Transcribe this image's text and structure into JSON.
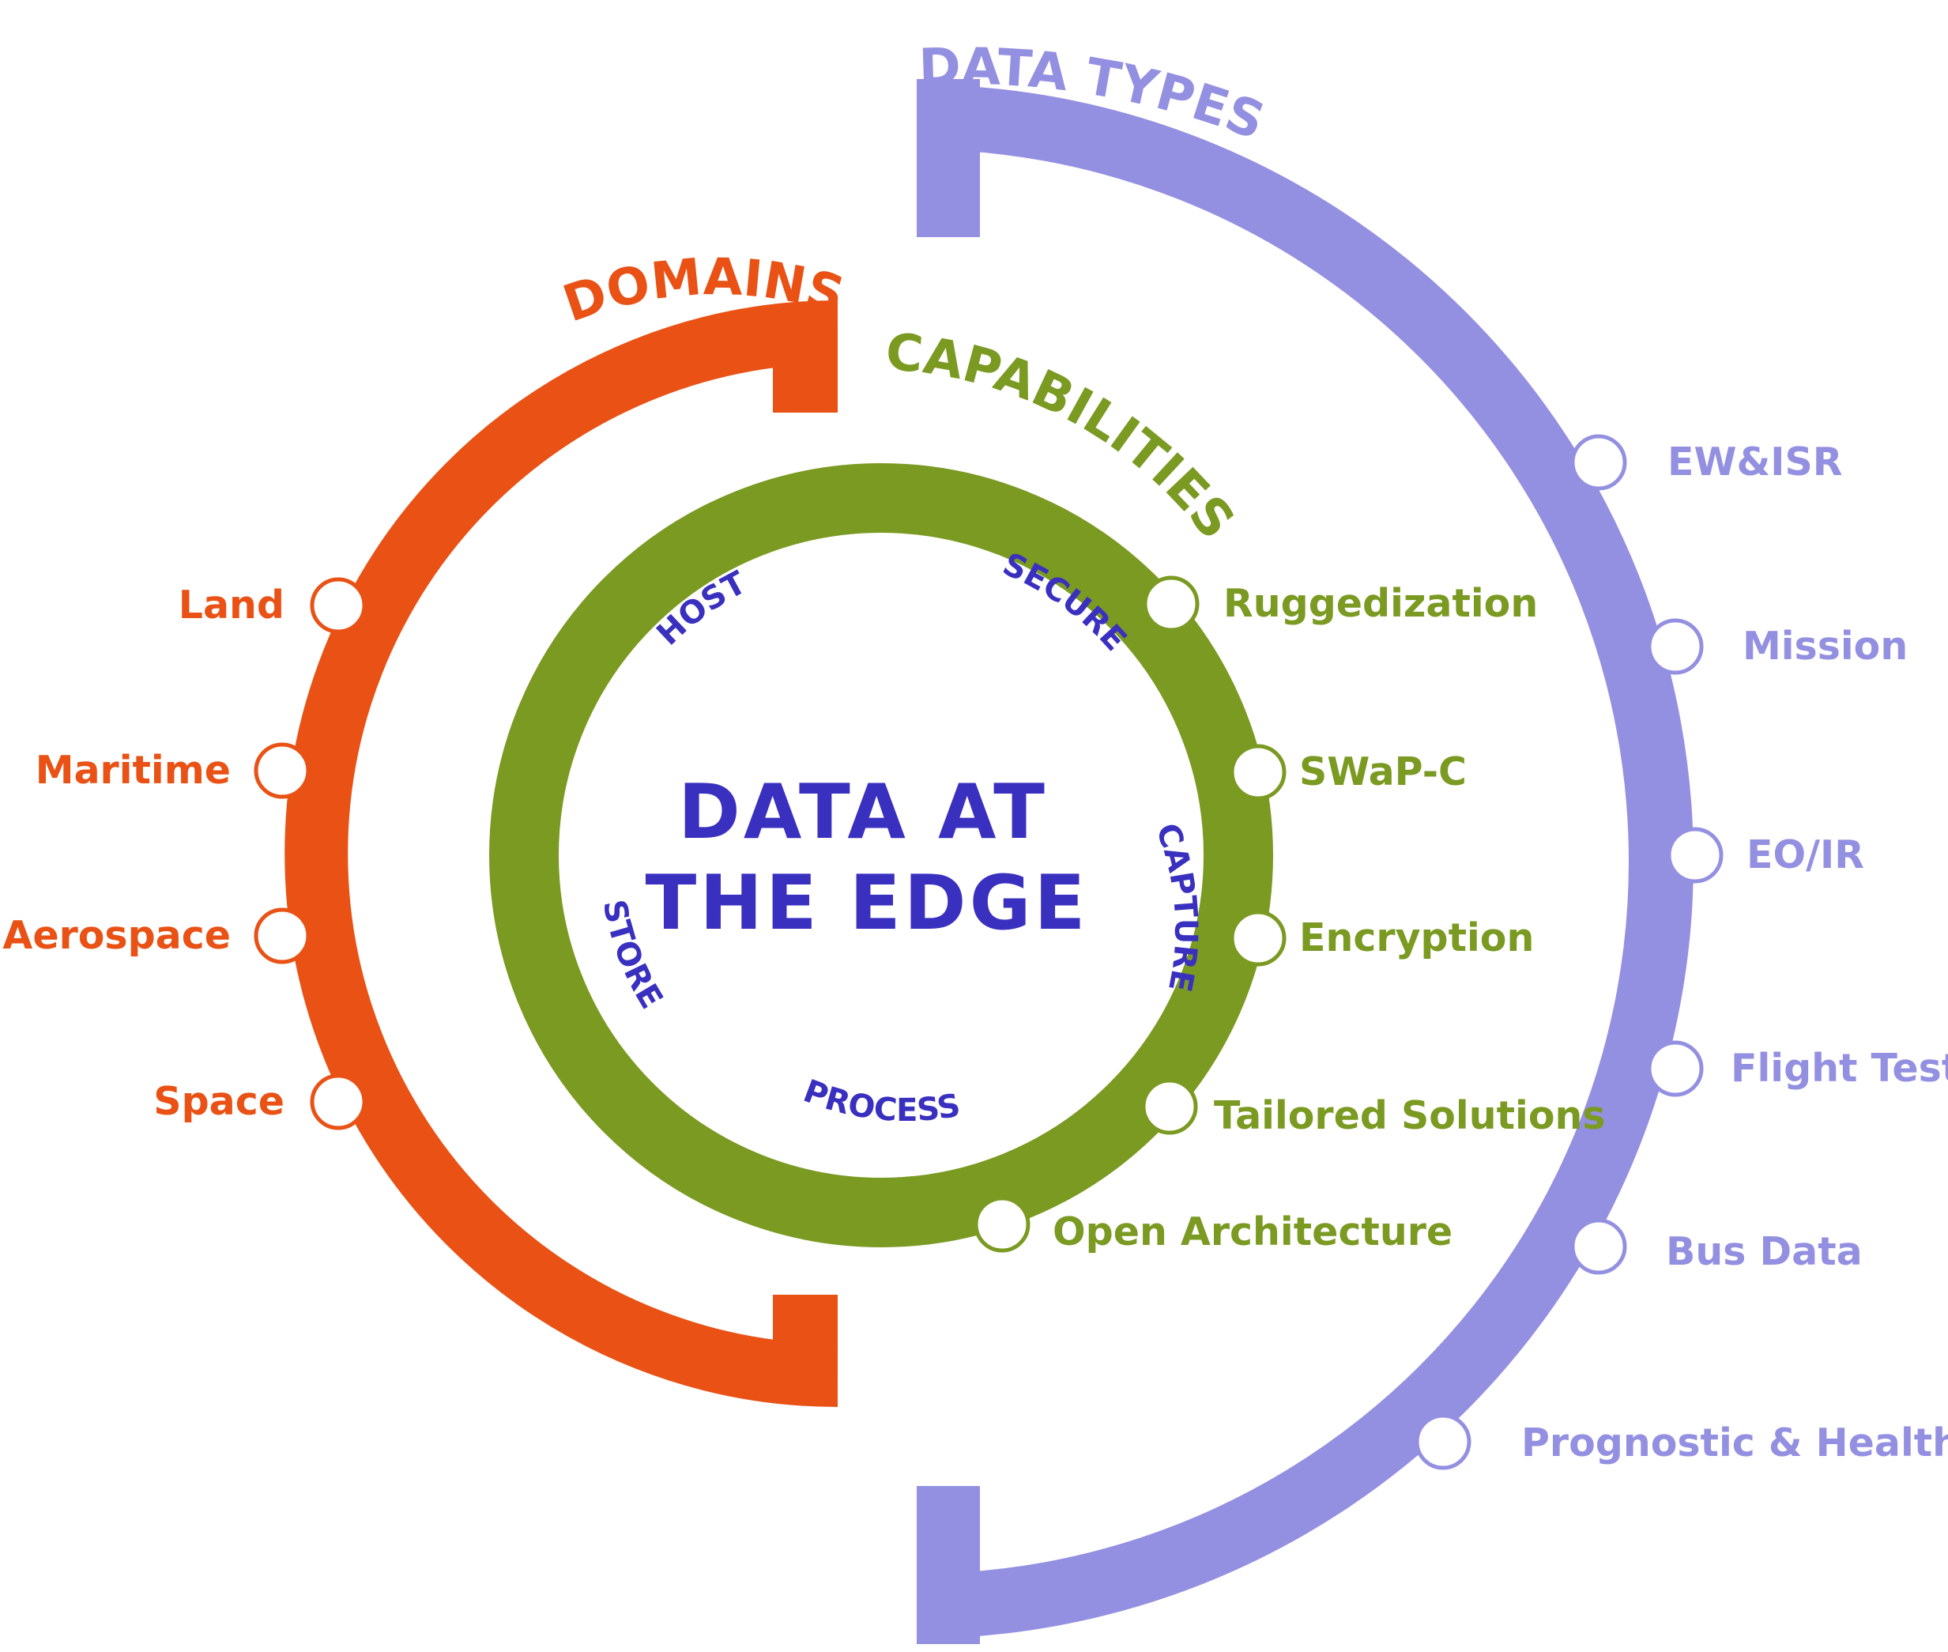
{
  "colors": {
    "domains": "#E95115",
    "capabilities": "#7A9A22",
    "data_types": "#9490E1",
    "center": "#3A30C0",
    "node_fill": "#ffffff"
  },
  "center": {
    "line1": "DATA AT",
    "line2": "THE EDGE"
  },
  "domains": {
    "title": "DOMAINS",
    "items": [
      "Land",
      "Maritime",
      "Aerospace",
      "Space"
    ]
  },
  "capabilities": {
    "title": "CAPABILITIES",
    "items": [
      "Ruggedization",
      "SWaP-C",
      "Encryption",
      "Tailored Solutions",
      "Open Architecture"
    ]
  },
  "ring_words": [
    "HOST",
    "SECURE",
    "CAPTURE",
    "PROCESS",
    "STORE"
  ],
  "data_types": {
    "title": "DATA TYPES",
    "items": [
      "EW&ISR",
      "Mission",
      "EO/IR",
      "Flight Test",
      "Bus Data",
      "Prognostic & Health"
    ]
  }
}
